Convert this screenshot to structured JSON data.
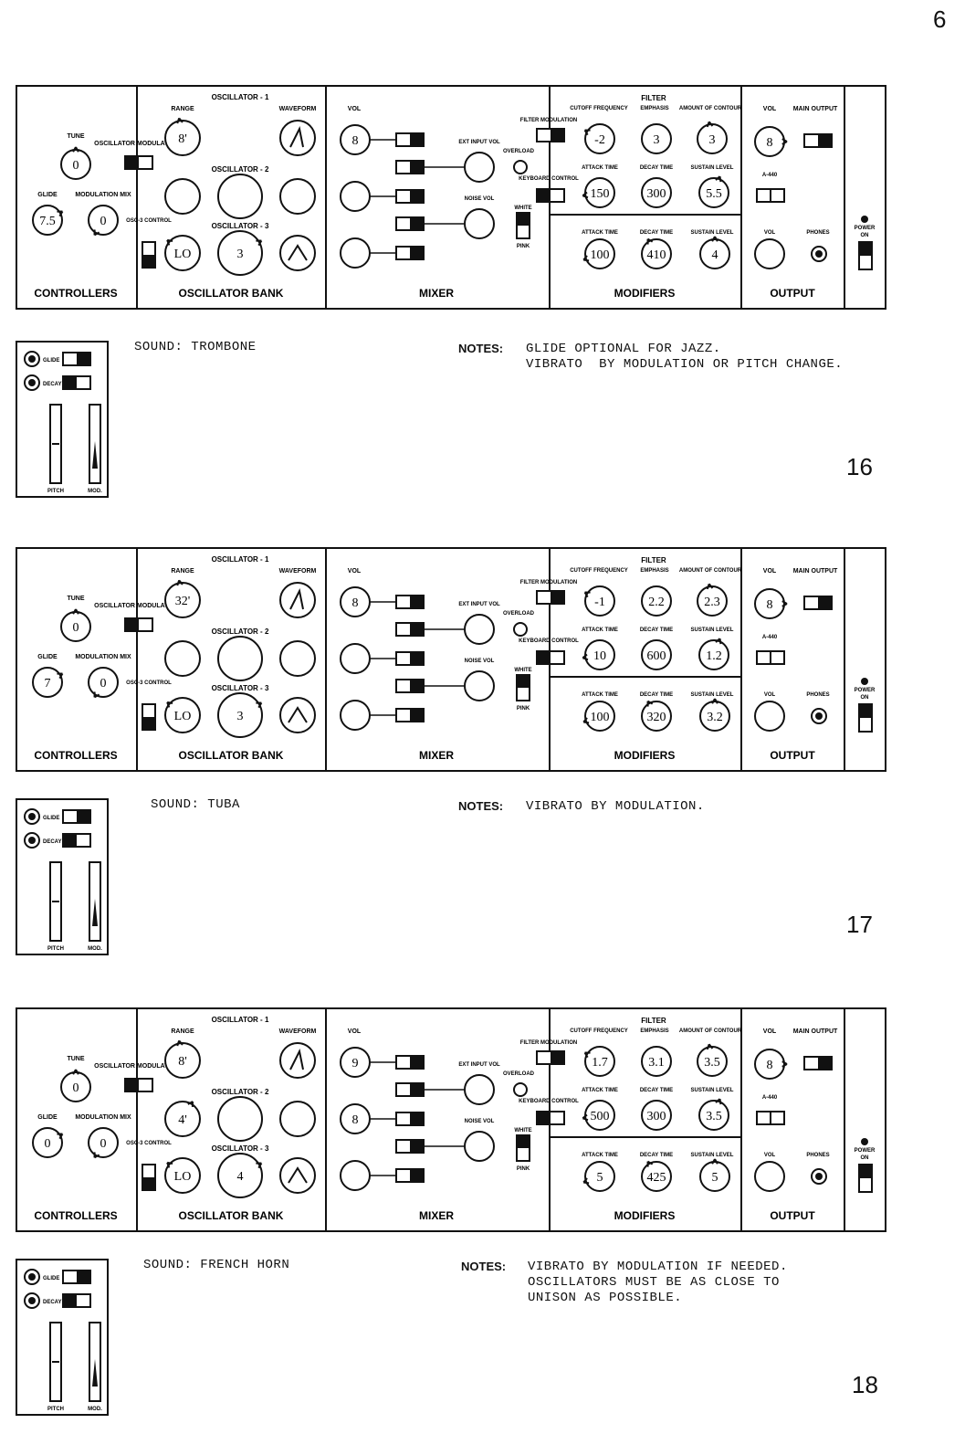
{
  "page_number": "6",
  "labels": {
    "controllers": "CONTROLLERS",
    "oscillator_bank": "OSCILLATOR BANK",
    "mixer": "MIXER",
    "modifiers": "MODIFIERS",
    "output": "OUTPUT",
    "tune": "TUNE",
    "osc_mod": "OSCILLATOR MODULATION",
    "glide": "GLIDE",
    "mod_mix": "MODULATION MIX",
    "osc1": "OSCILLATOR - 1",
    "osc2": "OSCILLATOR - 2",
    "osc3": "OSCILLATOR - 3",
    "range": "RANGE",
    "waveform": "WAVEFORM",
    "osc3_control": "OSC-3 CONTROL",
    "vol": "VOL",
    "on": "ON",
    "ext_input_vol": "EXT INPUT VOL",
    "noise_vol": "NOISE VOL",
    "overload": "OVERLOAD",
    "filter_modulation": "FILTER MODULATION",
    "keyboard_control": "KEYBOARD CONTROL",
    "white": "WHITE",
    "pink": "PINK",
    "filter": "FILTER",
    "cutoff": "CUTOFF FREQUENCY",
    "emphasis": "EMPHASIS",
    "contour": "AMOUNT OF CONTOUR",
    "attack": "ATTACK TIME",
    "decay": "DECAY TIME",
    "sustain": "SUSTAIN LEVEL",
    "main_output": "MAIN OUTPUT",
    "a440": "A-440",
    "phones": "PHONES",
    "power": "POWER",
    "power_on": "ON",
    "decay_sw": "DECAY",
    "pitch": "PITCH",
    "mod": "MOD.",
    "sound_prefix": "SOUND:",
    "notes": "NOTES:"
  },
  "patches": [
    {
      "number": "16",
      "sound": "TROMBONE",
      "notes": [
        "GLIDE OPTIONAL FOR JAZZ.",
        "VIBRATO  BY MODULATION OR PITCH CHANGE."
      ],
      "knobs": {
        "tune": "0",
        "glide": "7.5",
        "mod_mix": "0",
        "range": "8'",
        "osc2_range": "",
        "osc3_range": "LO",
        "osc3_freq": "3",
        "vol1": "8",
        "vol2": "",
        "vol3": "",
        "ext": "",
        "noise": "",
        "cutoff": "-2",
        "emphasis": "3",
        "contour": "3",
        "f_attack": "150",
        "f_decay": "300",
        "f_sustain": "5.5",
        "l_attack": "100",
        "l_decay": "410",
        "l_sustain": "4",
        "out_vol": "8",
        "pan_vol": ""
      }
    },
    {
      "number": "17",
      "sound": "TUBA",
      "notes": [
        "VIBRATO BY MODULATION."
      ],
      "knobs": {
        "tune": "0",
        "glide": "7",
        "mod_mix": "0",
        "range": "32'",
        "osc2_range": "",
        "osc3_range": "LO",
        "osc3_freq": "3",
        "vol1": "8",
        "vol2": "",
        "vol3": "",
        "ext": "",
        "noise": "",
        "cutoff": "-1",
        "emphasis": "2.2",
        "contour": "2.3",
        "f_attack": "10",
        "f_decay": "600",
        "f_sustain": "1.2",
        "l_attack": "100",
        "l_decay": "320",
        "l_sustain": "3.2",
        "out_vol": "8",
        "pan_vol": ""
      }
    },
    {
      "number": "18",
      "sound": "FRENCH HORN",
      "notes": [
        "VIBRATO BY MODULATION IF NEEDED.",
        "OSCILLATORS MUST BE AS CLOSE TO",
        "UNISON AS POSSIBLE."
      ],
      "knobs": {
        "tune": "0",
        "glide": "0",
        "mod_mix": "0",
        "range": "8'",
        "osc2_range": "4'",
        "osc3_range": "LO",
        "osc3_freq": "4",
        "vol1": "9",
        "vol2": "8",
        "vol3": "",
        "ext": "",
        "noise": "",
        "cutoff": "1.7",
        "emphasis": "3.1",
        "contour": "3.5",
        "f_attack": "500",
        "f_decay": "300",
        "f_sustain": "3.5",
        "l_attack": "5",
        "l_decay": "425",
        "l_sustain": "5",
        "out_vol": "8",
        "pan_vol": ""
      }
    }
  ]
}
